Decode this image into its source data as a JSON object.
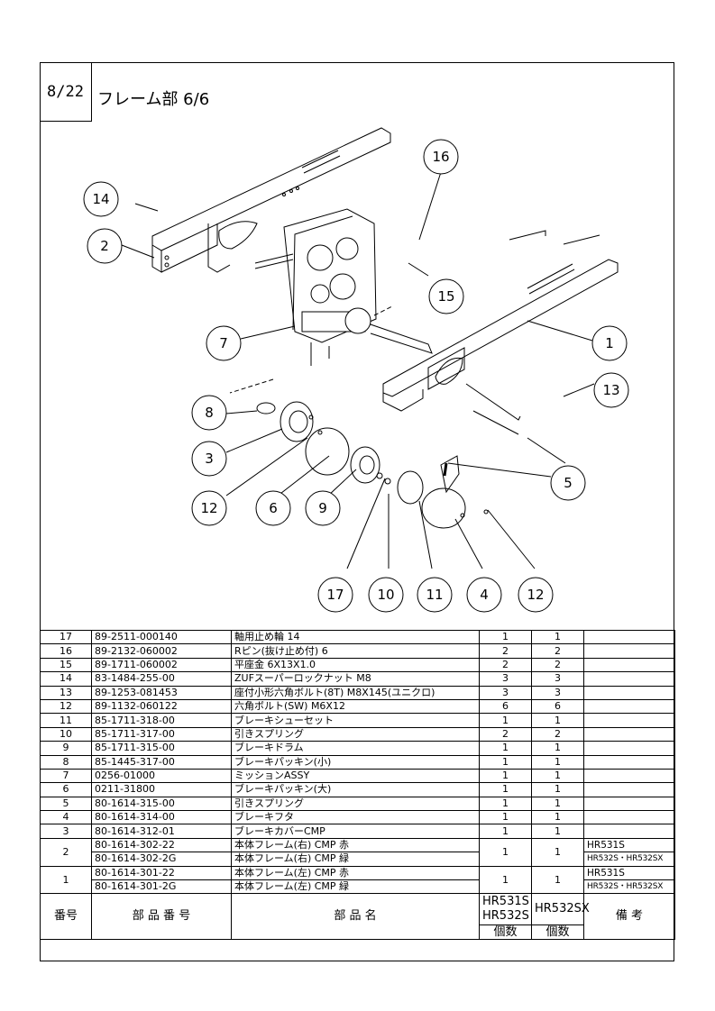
{
  "page": {
    "number": "8/22",
    "title": "フレーム部 6/6"
  },
  "callouts": [
    "16",
    "14",
    "2",
    "15",
    "7",
    "1",
    "13",
    "8",
    "3",
    "5",
    "12",
    "6",
    "9",
    "17",
    "10",
    "11",
    "4",
    "12"
  ],
  "header": {
    "no": "番号",
    "part_number": "部 品 番 号",
    "part_name": "部 品 名",
    "model1": "HR531S HR532S",
    "model1_a": "HR531S",
    "model1_b": "HR532S",
    "model2": "HR532SX",
    "qty": "個数",
    "remarks": "備 考"
  },
  "parts": [
    {
      "no": "17",
      "part_number": "89-2511-000140",
      "name": "軸用止め輪 14",
      "q1": "1",
      "q2": "1"
    },
    {
      "no": "16",
      "part_number": "89-2132-060002",
      "name": "Rピン(抜け止め付) 6",
      "q1": "2",
      "q2": "2"
    },
    {
      "no": "15",
      "part_number": "89-1711-060002",
      "name": "平座金 6X13X1.0",
      "q1": "2",
      "q2": "2"
    },
    {
      "no": "14",
      "part_number": "83-1484-255-00",
      "name": "ZUFスーパーロックナット M8",
      "q1": "3",
      "q2": "3"
    },
    {
      "no": "13",
      "part_number": "89-1253-081453",
      "name": "座付小形六角ボルト(8T) M8X145(ユニクロ)",
      "q1": "3",
      "q2": "3"
    },
    {
      "no": "12",
      "part_number": "89-1132-060122",
      "name": "六角ボルト(SW) M6X12",
      "q1": "6",
      "q2": "6"
    },
    {
      "no": "11",
      "part_number": "85-1711-318-00",
      "name": "ブレーキシューセット",
      "q1": "1",
      "q2": "1"
    },
    {
      "no": "10",
      "part_number": "85-1711-317-00",
      "name": "引きスプリング",
      "q1": "2",
      "q2": "2"
    },
    {
      "no": "9",
      "part_number": "85-1711-315-00",
      "name": "ブレーキドラム",
      "q1": "1",
      "q2": "1"
    },
    {
      "no": "8",
      "part_number": "85-1445-317-00",
      "name": "ブレーキパッキン(小)",
      "q1": "1",
      "q2": "1"
    },
    {
      "no": "7",
      "part_number": "0256-01000",
      "name": "ミッションASSY",
      "q1": "1",
      "q2": "1"
    },
    {
      "no": "6",
      "part_number": "0211-31800",
      "name": "ブレーキパッキン(大)",
      "q1": "1",
      "q2": "1"
    },
    {
      "no": "5",
      "part_number": "80-1614-315-00",
      "name": "引きスプリング",
      "q1": "1",
      "q2": "1"
    },
    {
      "no": "4",
      "part_number": "80-1614-314-00",
      "name": "ブレーキフタ",
      "q1": "1",
      "q2": "1"
    },
    {
      "no": "3",
      "part_number": "80-1614-312-01",
      "name": "ブレーキカバーCMP",
      "q1": "1",
      "q2": "1"
    }
  ],
  "grouped": [
    {
      "no": "2",
      "q1": "1",
      "q2": "1",
      "rows": [
        {
          "part_number": "80-1614-302-22",
          "name": "本体フレーム(右) CMP 赤",
          "remarks": "HR531S"
        },
        {
          "part_number": "80-1614-302-2G",
          "name": "本体フレーム(右) CMP 緑",
          "remarks": "HR532S・HR532SX"
        }
      ]
    },
    {
      "no": "1",
      "q1": "1",
      "q2": "1",
      "rows": [
        {
          "part_number": "80-1614-301-22",
          "name": "本体フレーム(左) CMP 赤",
          "remarks": "HR531S"
        },
        {
          "part_number": "80-1614-301-2G",
          "name": "本体フレーム(左) CMP 緑",
          "remarks": "HR532S・HR532SX"
        }
      ]
    }
  ]
}
